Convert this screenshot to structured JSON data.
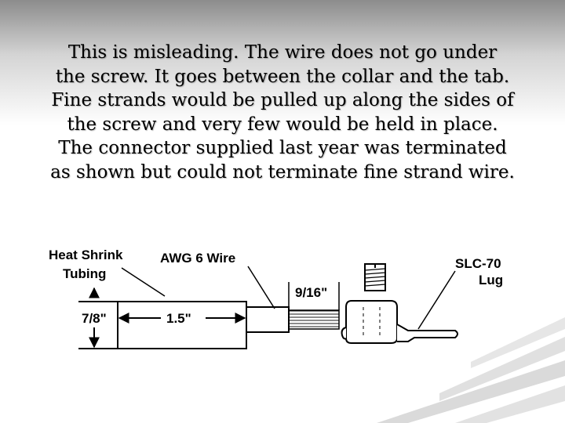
{
  "slide": {
    "paragraph_lines": [
      "This is misleading.  The wire does not go under",
      "the screw.  It goes between the collar and the tab.",
      "Fine strands would be pulled up along the sides of",
      "the screw and very few would be held in place.",
      "The connector supplied last year was terminated",
      "as shown but could not terminate fine strand wire."
    ]
  },
  "diagram": {
    "heat_shrink_label_line1": "Heat Shrink",
    "heat_shrink_label_line2": "Tubing",
    "wire_label": "AWG 6 Wire",
    "strip_length_label": "9/16\"",
    "diameter_label": "7/8\"",
    "length_label": "1.5\"",
    "lug_label_line1": "SLC-70",
    "lug_label_line2": "Lug"
  }
}
